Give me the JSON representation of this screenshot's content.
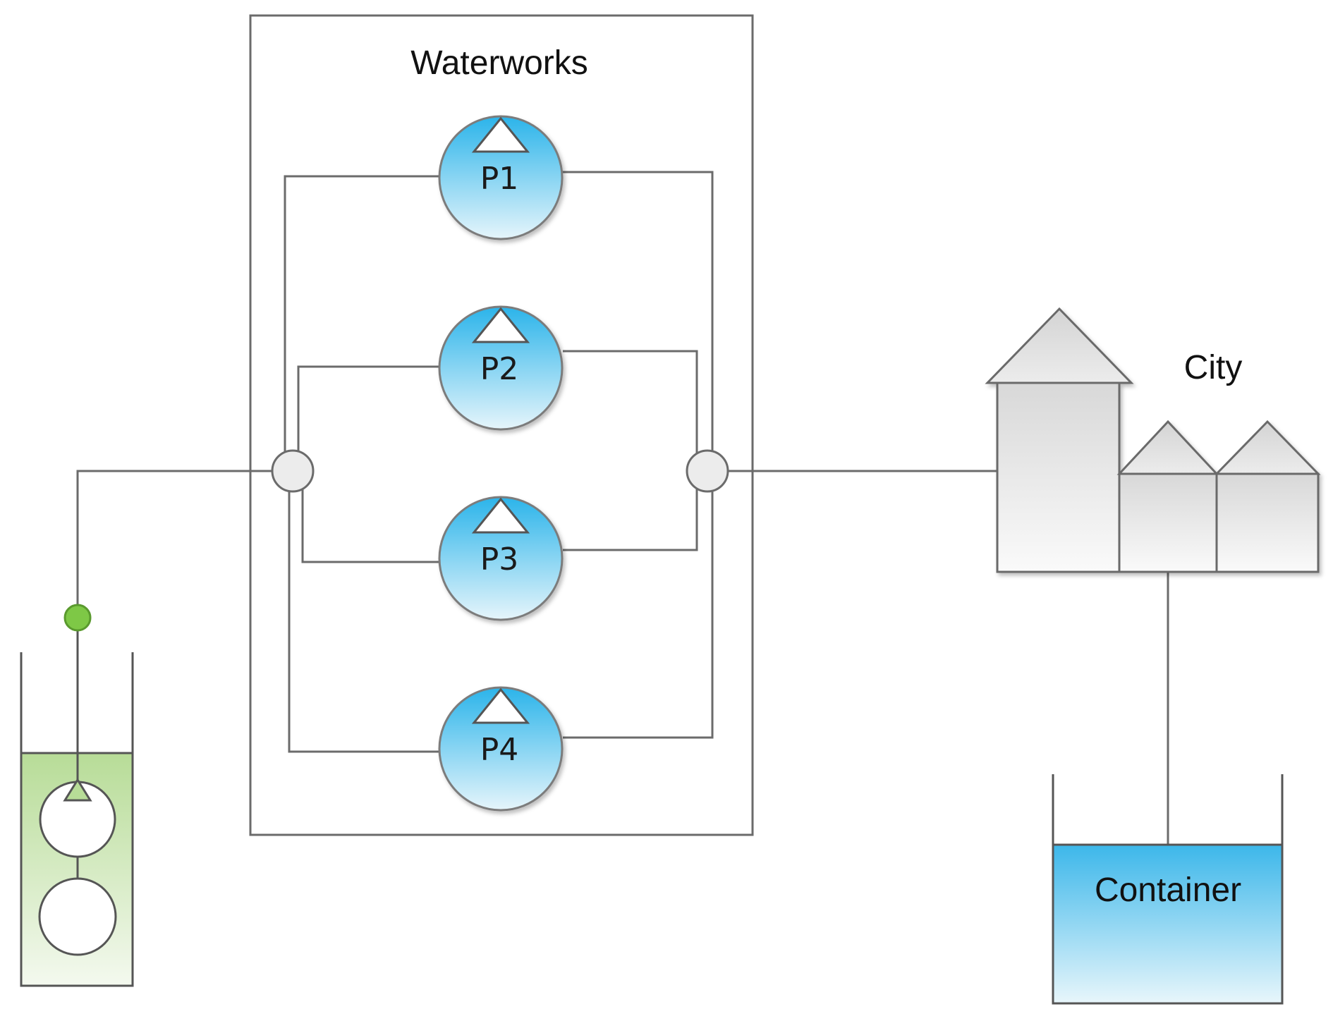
{
  "labels": {
    "waterworks": "Waterworks",
    "city": "City",
    "container": "Container"
  },
  "pumps": [
    {
      "id": "p1",
      "label": "P1"
    },
    {
      "id": "p2",
      "label": "P2"
    },
    {
      "id": "p3",
      "label": "P3"
    },
    {
      "id": "p4",
      "label": "P4"
    }
  ],
  "colors": {
    "pump_top": "#2bb4ea",
    "pump_bottom": "#e6f5fb",
    "container_top": "#3cb7ea",
    "container_bottom": "#e8f6fb",
    "well_green_top": "#b7dc97",
    "well_green_bottom": "#f4f9ef",
    "valve_green": "#7ec846",
    "line": "#6b6b6b"
  },
  "icons": {
    "pump": "pump-icon",
    "well_pump": "submersible-pump-icon",
    "valve": "check-valve-icon",
    "junction": "junction-node-icon",
    "city": "city-buildings-icon",
    "container": "water-container-icon"
  }
}
